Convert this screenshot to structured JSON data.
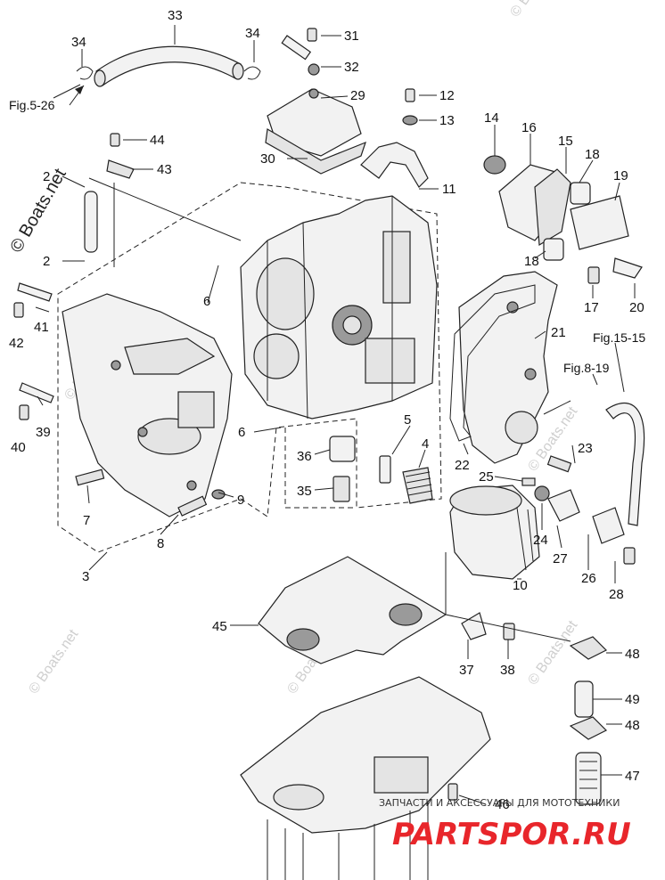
{
  "callouts": {
    "n2a": "2",
    "n2b": "2",
    "n3": "3",
    "n4": "4",
    "n5": "5",
    "n6a": "6",
    "n6b": "6",
    "n7": "7",
    "n8": "8",
    "n9": "9",
    "n10": "10",
    "n11": "11",
    "n12": "12",
    "n13": "13",
    "n14": "14",
    "n15": "15",
    "n16": "16",
    "n17": "17",
    "n18a": "18",
    "n18b": "18",
    "n19": "19",
    "n20": "20",
    "n21": "21",
    "n22": "22",
    "n23": "23",
    "n24": "24",
    "n25": "25",
    "n26": "26",
    "n27": "27",
    "n28": "28",
    "n29": "29",
    "n30": "30",
    "n31": "31",
    "n32": "32",
    "n33": "33",
    "n34a": "34",
    "n34b": "34",
    "n35": "35",
    "n36": "36",
    "n37": "37",
    "n38": "38",
    "n39": "39",
    "n40": "40",
    "n41": "41",
    "n42": "42",
    "n43": "43",
    "n44": "44",
    "n45": "45",
    "n46": "46",
    "n47": "47",
    "n48a": "48",
    "n48b": "48",
    "n49": "49"
  },
  "references": {
    "fig5": "Fig.5-26",
    "fig8": "Fig.8-19",
    "fig15": "Fig.15-15"
  },
  "watermark": {
    "main": "© Boats.net",
    "repeat": "© Boats.net"
  },
  "shop_banner": {
    "subtitle": "ЗАПЧАСТИ И АКСЕССУАРЫ ДЛЯ МОТОТЕХНИКИ",
    "logo": "PARTSPOR.RU",
    "brand_color": "#e8262b"
  }
}
